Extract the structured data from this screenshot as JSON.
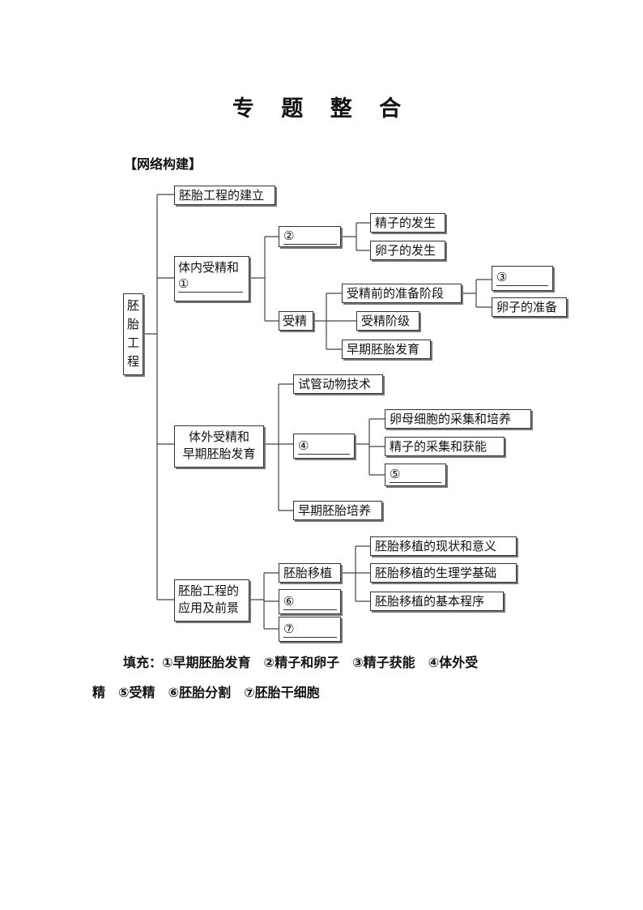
{
  "title": "专 题 整 合",
  "section": "【网络构建】",
  "diagram": {
    "root": "胚胎工程",
    "b1": "胚胎工程的建立",
    "b2_line1": "体内受精和",
    "b2_line2": "①",
    "b2_c1": "②",
    "b2_c1_a": "精子的发生",
    "b2_c1_b": "卵子的发生",
    "b2_c2": "受精",
    "b2_c2_a": "受精前的准备阶段",
    "b2_c2_a1": "③",
    "b2_c2_a2": "卵子的准备",
    "b2_c2_b": "受精阶级",
    "b2_c2_c": "早期胚胎发育",
    "b3_line1": "体外受精和",
    "b3_line2": "早期胚胎发育",
    "b3_c1": "试管动物技术",
    "b3_c2": "④",
    "b3_c2_a": "卵母细胞的采集和培养",
    "b3_c2_b": "精子的采集和获能",
    "b3_c2_c": "⑤",
    "b3_c3": "早期胚胎培养",
    "b4_line1": "胚胎工程的",
    "b4_line2": "应用及前景",
    "b4_c1": "胚胎移植",
    "b4_c1_a": "胚胎移植的现状和意义",
    "b4_c1_b": "胚胎移植的生理学基础",
    "b4_c1_c": "胚胎移植的基本程序",
    "b4_c2": "⑥",
    "b4_c3": "⑦"
  },
  "answers": {
    "line1": "填充：①早期胚胎发育　②精子和卵子　③精子获能　④体外受",
    "line2": "精　⑤受精　⑥胚胎分割　⑦胚胎干细胞"
  }
}
